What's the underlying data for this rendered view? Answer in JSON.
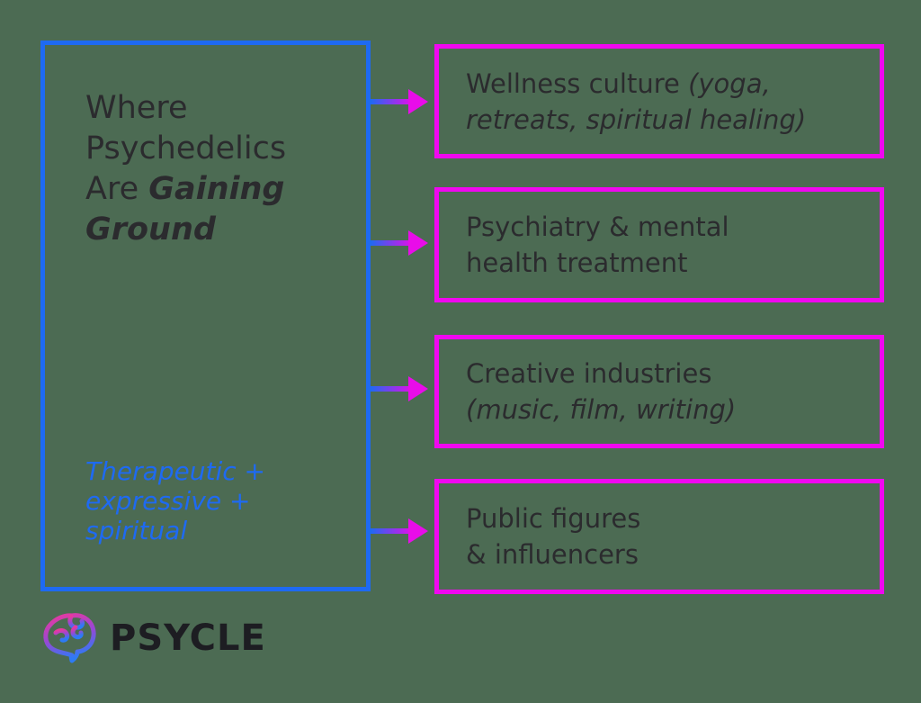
{
  "canvas": {
    "background_color": "#4c6b53"
  },
  "palette": {
    "accent_blue": "#1e6af2",
    "accent_magenta": "#f007f0",
    "arrow_gradient_start": "#1e6af2",
    "arrow_gradient_end": "#e90ce9",
    "text_dark": "#2b2b2e"
  },
  "main_box": {
    "title_regular": "Where Psychedelics Are ",
    "title_emphasis": "Gaining Ground",
    "note_line1": "Therapeutic +",
    "note_line2": "expressive +",
    "note_line3": "spiritual"
  },
  "branches": {
    "wellness": {
      "line1_regular": "Wellness culture ",
      "line1_italic": "(yoga,",
      "line2_italic": "retreats, spiritual healing)"
    },
    "psychiatry": {
      "line1": "Psychiatry & mental",
      "line2": "health treatment"
    },
    "creative": {
      "line1": "Creative industries",
      "line2_italic": "(music, film, writing)"
    },
    "public_figures": {
      "line1": "Public figures",
      "line2": "& influencers"
    }
  },
  "logo": {
    "text": "PSYCLE",
    "icon": "brain-icon"
  }
}
